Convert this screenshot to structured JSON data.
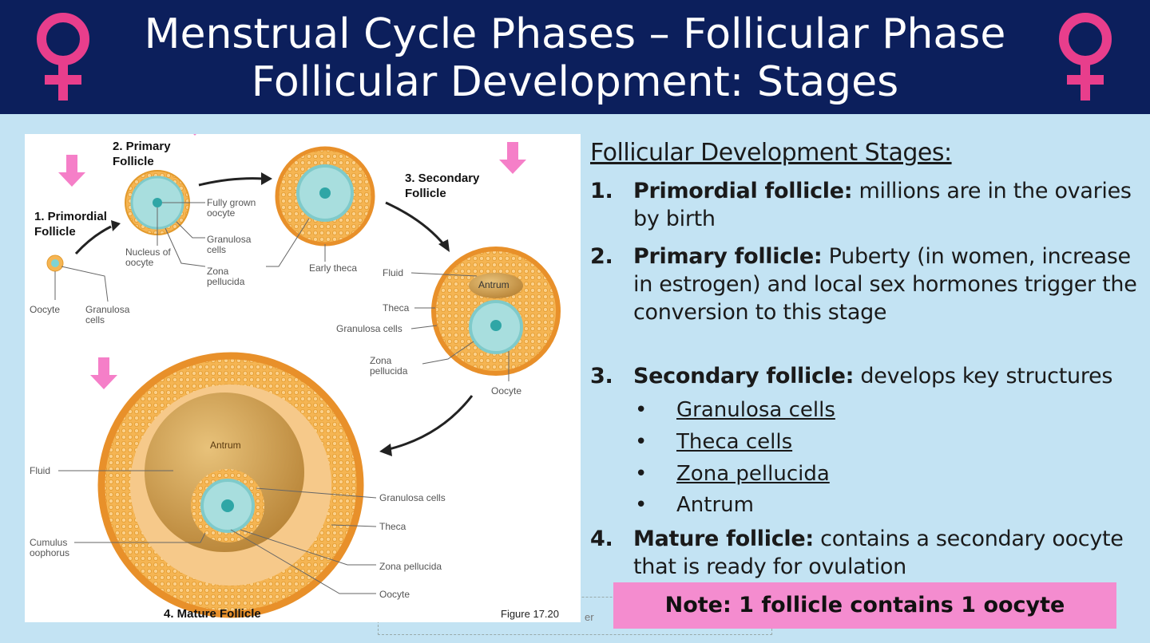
{
  "header": {
    "title_line1": "Menstrual Cycle Phases – Follicular Phase",
    "title_line2": "Follicular Development: Stages",
    "symbol_icon": "venus-symbol-icon",
    "accent_color": "#e83e8c",
    "background_color": "#0c1f5c"
  },
  "figure": {
    "stage_labels": [
      "1. Primordial Follicle",
      "2. Primary Follicle",
      "3. Secondary Follicle",
      "4. Mature Follicle"
    ],
    "labels": {
      "oocyte": "Oocyte",
      "granulosa_cells": "Granulosa cells",
      "nucleus_of_oocyte": "Nucleus of oocyte",
      "fully_grown_oocyte": "Fully grown oocyte",
      "zona_pellucida": "Zona pellucida",
      "early_theca": "Early theca",
      "fluid": "Fluid",
      "antrum": "Antrum",
      "theca": "Theca",
      "cumulus_oophorus": "Cumulus oophorus"
    },
    "figure_number": "Figure 17.20"
  },
  "content": {
    "heading": "Follicular Development Stages:",
    "items": [
      {
        "num": "1.",
        "term": "Primordial follicle:",
        "text": " millions are in the ovaries by birth"
      },
      {
        "num": "2.",
        "term": "Primary follicle:",
        "text": " Puberty (in women, increase in estrogen) and local sex hormones trigger the conversion to this stage"
      },
      {
        "num": "3.",
        "term": "Secondary follicle:",
        "text": " develops key structures"
      },
      {
        "num": "4.",
        "term": "Mature follicle:",
        "text": " contains a secondary oocyte that is ready for ovulation"
      }
    ],
    "bullets": [
      "Granulosa cells",
      "Theca cells",
      "Zona pellucida",
      "Antrum"
    ]
  },
  "note": "Note: 1 follicle contains 1 oocyte",
  "placeholder_fragment": "er"
}
